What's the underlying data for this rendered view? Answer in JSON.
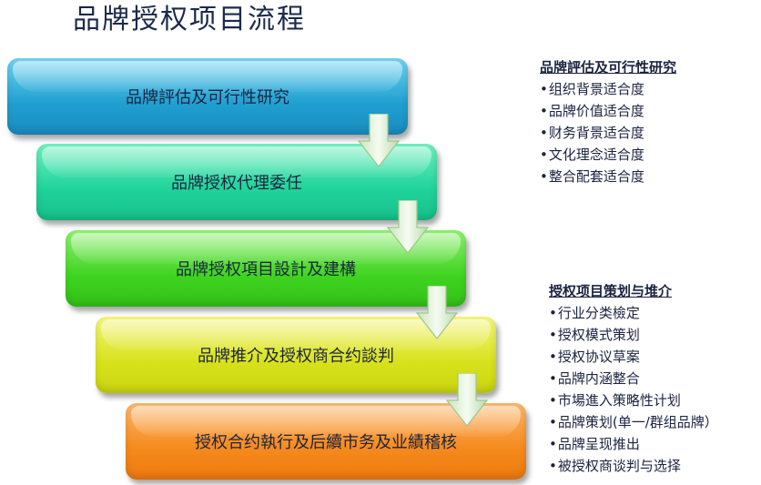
{
  "title": "品牌授权项目流程",
  "steps": [
    {
      "label": "品牌評估及可行性研究"
    },
    {
      "label": "品牌授权代理委任"
    },
    {
      "label": "品牌授权項目設計及建構"
    },
    {
      "label": "品牌推介及授权商合约談判"
    },
    {
      "label": "授权合约執行及后續市务及业績稽核"
    }
  ],
  "panel_evaluation": {
    "title": "品牌評估及可行性研究",
    "items": [
      "组织背景适合度",
      "品牌价值适合度",
      "财务背景适合度",
      "文化理念适合度",
      "整合配套适合度"
    ]
  },
  "panel_planning": {
    "title": "授权项目策划与堆介",
    "items": [
      "行业分类檢定",
      "授权模式策划",
      "授权协议草案",
      "品牌内涵整合",
      "市場進入策略性计划",
      "品牌策划(单一/群组品牌）",
      "品牌呈现推出",
      "被授权商谈判与选择"
    ]
  },
  "colors": {
    "step1": "#1f9fd0",
    "step2": "#1fd39a",
    "step3": "#3fd420",
    "step4": "#d8e21c",
    "step5": "#f58a1c",
    "arrow": "#dff1d6"
  }
}
